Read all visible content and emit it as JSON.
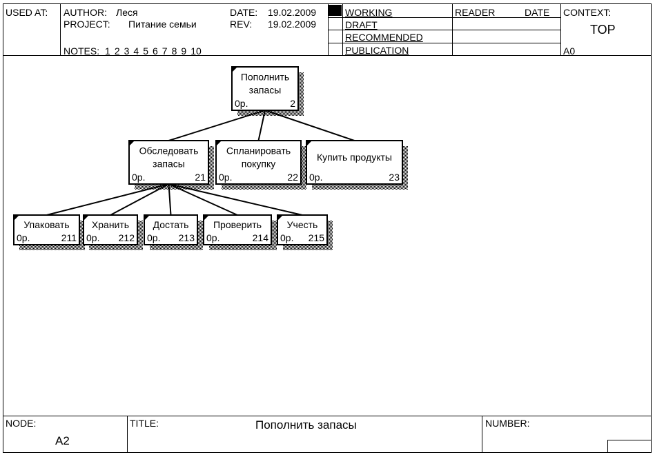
{
  "header": {
    "used_at_label": "USED AT:",
    "author_label": "AUTHOR:",
    "author_value": "Леся",
    "project_label": "PROJECT:",
    "project_value": "Питание семьи",
    "date_label": "DATE:",
    "date_value": "19.02.2009",
    "rev_label": "REV:",
    "rev_value": "19.02.2009",
    "notes_label": "NOTES:",
    "notes_numbers": [
      "1",
      "2",
      "3",
      "4",
      "5",
      "6",
      "7",
      "8",
      "9",
      "10"
    ],
    "status_items": [
      "WORKING",
      "DRAFT",
      "RECOMMENDED",
      "PUBLICATION"
    ],
    "active_status": "WORKING",
    "reader_label": "READER",
    "reader_date_label": "DATE",
    "context_label": "CONTEXT:",
    "context_value": "TOP",
    "context_node": "A0"
  },
  "footer": {
    "node_label": "NODE:",
    "node_value": "A2",
    "title_label": "TITLE:",
    "title_value": "Пополнить  запасы",
    "number_label": "NUMBER:"
  },
  "diagram": {
    "root": {
      "id": "root",
      "lines": [
        "Пополнить",
        "запасы"
      ],
      "cost": "0р.",
      "number": "2"
    },
    "level1": [
      {
        "id": "inspect",
        "lines": [
          "Обследовать",
          "запасы"
        ],
        "cost": "0р.",
        "number": "21"
      },
      {
        "id": "plan",
        "lines": [
          "Спланировать",
          "покупку"
        ],
        "cost": "0р.",
        "number": "22"
      },
      {
        "id": "buy",
        "lines": [
          "Купить продукты"
        ],
        "cost": "0р.",
        "number": "23"
      }
    ],
    "level2": [
      {
        "id": "pack",
        "lines": [
          "Упаковать"
        ],
        "cost": "0р.",
        "number": "211"
      },
      {
        "id": "store",
        "lines": [
          "Хранить"
        ],
        "cost": "0р.",
        "number": "212"
      },
      {
        "id": "fetch",
        "lines": [
          "Достать"
        ],
        "cost": "0р.",
        "number": "213"
      },
      {
        "id": "check",
        "lines": [
          "Проверить"
        ],
        "cost": "0р.",
        "number": "214"
      },
      {
        "id": "count",
        "lines": [
          "Учесть"
        ],
        "cost": "0р.",
        "number": "215"
      }
    ]
  }
}
